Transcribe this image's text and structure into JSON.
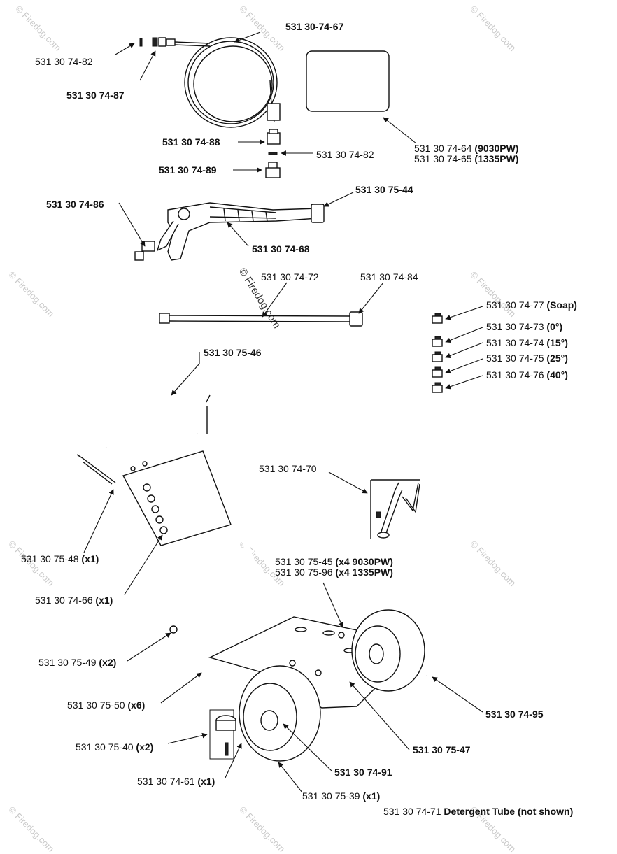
{
  "watermark": {
    "text": "© Firedog.com",
    "center_text": "© Firedog.com"
  },
  "labels": {
    "p_74_67": "531 30-74-67",
    "p_74_82a": "531 30 74-82",
    "p_74_87": "531 30 74-87",
    "p_74_88": "531 30 74-88",
    "p_74_82b": "531 30 74-82",
    "p_74_89": "531 30 74-89",
    "p_74_64": "531 30 74-64",
    "p_74_64_suffix": "(9030PW)",
    "p_74_65": "531 30 74-65",
    "p_74_65_suffix": "(1335PW)",
    "p_75_44": "531 30 75-44",
    "p_74_86": "531 30 74-86",
    "p_74_68": "531 30 74-68",
    "p_74_72": "531 30 74-72",
    "p_74_84": "531 30 74-84",
    "p_74_77": "531 30 74-77",
    "p_74_77_suffix": "(Soap)",
    "p_74_73": "531 30 74-73",
    "p_74_73_suffix": "(0°)",
    "p_74_74": "531 30 74-74",
    "p_74_74_suffix": "(15°)",
    "p_74_75": "531 30 74-75",
    "p_74_75_suffix": "(25°)",
    "p_74_76": "531 30 74-76",
    "p_74_76_suffix": "(40°)",
    "p_75_46": "531 30 75-46",
    "p_74_70": "531 30 74-70",
    "p_75_48": "531 30 75-48",
    "p_75_48_suffix": "(x1)",
    "p_74_66": "531 30 74-66",
    "p_74_66_suffix": "(x1)",
    "p_75_45": "531 30 75-45",
    "p_75_45_suffix": "(x4 9030PW)",
    "p_75_96": "531 30 75-96",
    "p_75_96_suffix": "(x4 1335PW)",
    "p_75_49": "531 30 75-49",
    "p_75_49_suffix": "(x2)",
    "p_75_50": "531 30 75-50",
    "p_75_50_suffix": "(x6)",
    "p_74_95": "531 30 74-95",
    "p_75_40": "531 30 75-40",
    "p_75_40_suffix": "(x2)",
    "p_75_47": "531 30 75-47",
    "p_74_91": "531 30 74-91",
    "p_74_61": "531 30 74-61",
    "p_74_61_suffix": "(x1)",
    "p_75_39": "531 30 75-39",
    "p_75_39_suffix": "(x1)",
    "p_74_71": "531 30 74-71",
    "p_74_71_suffix": "Detergent Tube (not shown)"
  }
}
